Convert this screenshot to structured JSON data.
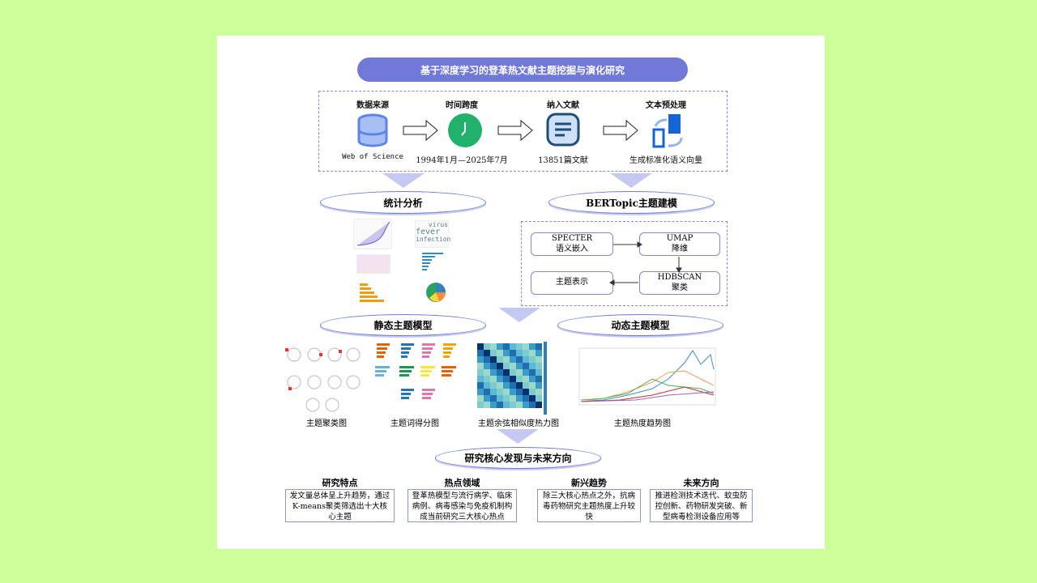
{
  "title": "基于深度学习的登革热文献主题挖掘与演化研究",
  "pipeline": [
    {
      "heading": "数据来源",
      "caption": "Web of Science",
      "icon": "database-icon"
    },
    {
      "heading": "时间跨度",
      "caption": "1994年1月—2025年7月",
      "icon": "clock-icon"
    },
    {
      "heading": "纳入文献",
      "caption": "13851篇文献",
      "icon": "document-icon"
    },
    {
      "heading": "文本预处理",
      "caption": "生成标准化语义向量",
      "icon": "transform-icon"
    }
  ],
  "stats": {
    "label": "统计分析",
    "wordcloud": [
      "virus",
      "fever",
      "infection"
    ]
  },
  "bertopic": {
    "label": "BERTopic主题建模",
    "nodes": {
      "specter": "SPECTER\n语义嵌入",
      "umap": "UMAP\n降维",
      "hdbscan": "HDBSCAN\n聚类",
      "repr": "主题表示"
    }
  },
  "static": {
    "label": "静态主题模型",
    "captions": [
      "主题聚类图",
      "主题词得分图",
      "主题余弦相似度热力图"
    ]
  },
  "dynamic": {
    "label": "动态主题模型",
    "caption": "主题热度趋势图"
  },
  "findings": {
    "label": "研究核心发现与未来方向",
    "items": [
      {
        "heading": "研究特点",
        "text": "发文量总体呈上升趋势，通过K-means聚类筛选出十大核心主题"
      },
      {
        "heading": "热点领域",
        "text": "登革热模型与流行病学、临床病例、病毒感染与免疫机制构成当前研究三大核心热点"
      },
      {
        "heading": "新兴趋势",
        "text": "除三大核心热点之外，抗病毒药物研究主题热度上升较快"
      },
      {
        "heading": "未来方向",
        "text": "推进检测技术迭代、蚊虫防控创新、药物研发突破、新型病毒检测设备应用等"
      }
    ]
  }
}
